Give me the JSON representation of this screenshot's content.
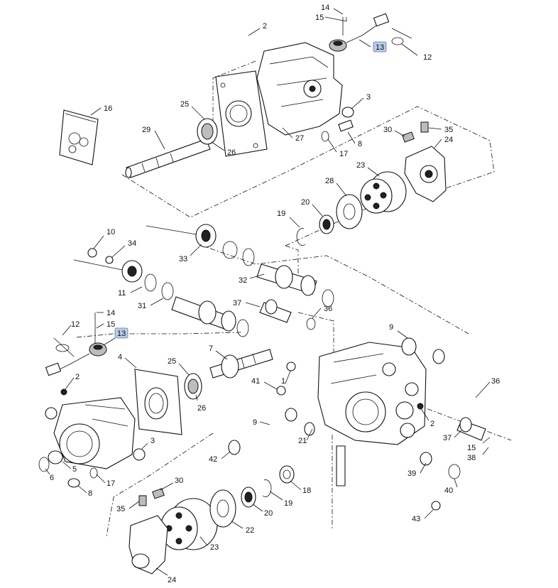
{
  "diagram": {
    "callouts": [
      {
        "id": "c-14a",
        "text": "14"
      },
      {
        "id": "c-15a",
        "text": "15"
      },
      {
        "id": "c-13a",
        "text": "13",
        "highlight": true
      },
      {
        "id": "c-12a",
        "text": "12"
      },
      {
        "id": "c-2a",
        "text": "2"
      },
      {
        "id": "c-16",
        "text": "16"
      },
      {
        "id": "c-25a",
        "text": "25"
      },
      {
        "id": "c-29",
        "text": "29"
      },
      {
        "id": "c-26a",
        "text": "26"
      },
      {
        "id": "c-3a",
        "text": "3"
      },
      {
        "id": "c-27",
        "text": "27"
      },
      {
        "id": "c-17a",
        "text": "17"
      },
      {
        "id": "c-8a",
        "text": "8"
      },
      {
        "id": "c-30a",
        "text": "30"
      },
      {
        "id": "c-35a",
        "text": "35"
      },
      {
        "id": "c-24a",
        "text": "24"
      },
      {
        "id": "c-23a",
        "text": "23"
      },
      {
        "id": "c-28",
        "text": "28"
      },
      {
        "id": "c-20a",
        "text": "20"
      },
      {
        "id": "c-19a",
        "text": "19"
      },
      {
        "id": "c-10",
        "text": "10"
      },
      {
        "id": "c-34",
        "text": "34"
      },
      {
        "id": "c-33",
        "text": "33"
      },
      {
        "id": "c-32",
        "text": "32"
      },
      {
        "id": "c-11",
        "text": "11"
      },
      {
        "id": "c-31",
        "text": "31"
      },
      {
        "id": "c-37a",
        "text": "37"
      },
      {
        "id": "c-36a",
        "text": "36"
      },
      {
        "id": "c-14b",
        "text": "14"
      },
      {
        "id": "c-12b",
        "text": "12"
      },
      {
        "id": "c-15b",
        "text": "15"
      },
      {
        "id": "c-13b",
        "text": "13",
        "highlight": true
      },
      {
        "id": "c-4",
        "text": "4"
      },
      {
        "id": "c-7",
        "text": "7"
      },
      {
        "id": "c-9a",
        "text": "9"
      },
      {
        "id": "c-25b",
        "text": "25"
      },
      {
        "id": "c-2b",
        "text": "2"
      },
      {
        "id": "c-41",
        "text": "41"
      },
      {
        "id": "c-1",
        "text": "1"
      },
      {
        "id": "c-26b",
        "text": "26"
      },
      {
        "id": "c-36b",
        "text": "36"
      },
      {
        "id": "c-9b",
        "text": "9"
      },
      {
        "id": "c-2c",
        "text": "2"
      },
      {
        "id": "c-3b",
        "text": "3"
      },
      {
        "id": "c-21",
        "text": "21"
      },
      {
        "id": "c-37b",
        "text": "37"
      },
      {
        "id": "c-15c",
        "text": "15"
      },
      {
        "id": "c-38",
        "text": "38"
      },
      {
        "id": "c-42",
        "text": "42"
      },
      {
        "id": "c-6",
        "text": "6"
      },
      {
        "id": "c-5",
        "text": "5"
      },
      {
        "id": "c-17b",
        "text": "17"
      },
      {
        "id": "c-8b",
        "text": "8"
      },
      {
        "id": "c-39",
        "text": "39"
      },
      {
        "id": "c-40",
        "text": "40"
      },
      {
        "id": "c-18",
        "text": "18"
      },
      {
        "id": "c-30b",
        "text": "30"
      },
      {
        "id": "c-35b",
        "text": "35"
      },
      {
        "id": "c-19b",
        "text": "19"
      },
      {
        "id": "c-20b",
        "text": "20"
      },
      {
        "id": "c-22",
        "text": "22"
      },
      {
        "id": "c-43",
        "text": "43"
      },
      {
        "id": "c-23b",
        "text": "23"
      },
      {
        "id": "c-24b",
        "text": "24"
      }
    ]
  }
}
